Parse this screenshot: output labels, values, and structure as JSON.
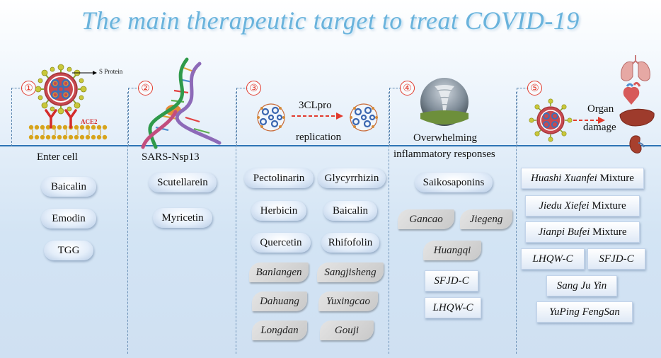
{
  "title": "The main therapeutic target to treat COVID-19",
  "colors": {
    "accent": "#2e74b5",
    "title": "#6ab3dc",
    "marker": "#e23b2e"
  },
  "columns": [
    {
      "number": "①",
      "label": "Enter cell",
      "annotations": {
        "s_protein": "S Protein",
        "receptor": "ACE2"
      },
      "drugs": [
        "Baicalin",
        "Emodin",
        "TGG"
      ]
    },
    {
      "number": "②",
      "label": "SARS-Nsp13",
      "drugs": [
        "Scutellarein",
        "Myricetin"
      ]
    },
    {
      "number": "③",
      "label": "replication",
      "enzyme": "3CLpro",
      "drugs": [
        "Pectolinarin",
        "Glycyrrhizin",
        "Herbicin",
        "Baicalin",
        "Quercetin",
        "Rhifofolin"
      ],
      "herbs": [
        "Banlangen",
        "Sangjisheng",
        "Dahuang",
        "Yuxingcao",
        "Longdan",
        "Gouji"
      ]
    },
    {
      "number": "④",
      "label_line1": "Overwhelming",
      "label_line2": "inflammatory responses",
      "drugs": [
        "Saikosaponins"
      ],
      "herbs": [
        "Gancao",
        "Jiegeng",
        "Huangqi"
      ],
      "formulas": [
        "SFJD-C",
        "LHQW-C"
      ]
    },
    {
      "number": "⑤",
      "label_line1": "Organ",
      "label_line2": "damage",
      "formulas": [
        {
          "name": "Huashi Xuanfei",
          "suffix": " Mixture"
        },
        {
          "name": "Jiedu Xiefei",
          "suffix": " Mixture"
        },
        {
          "name": "Jianpi Bufei",
          "suffix": " Mixture"
        },
        {
          "name": "LHQW-C",
          "suffix": ""
        },
        {
          "name": "SFJD-C",
          "suffix": ""
        },
        {
          "name": "Sang Ju Yin",
          "suffix": ""
        },
        {
          "name": "YuPing FengSan",
          "suffix": ""
        }
      ]
    }
  ]
}
